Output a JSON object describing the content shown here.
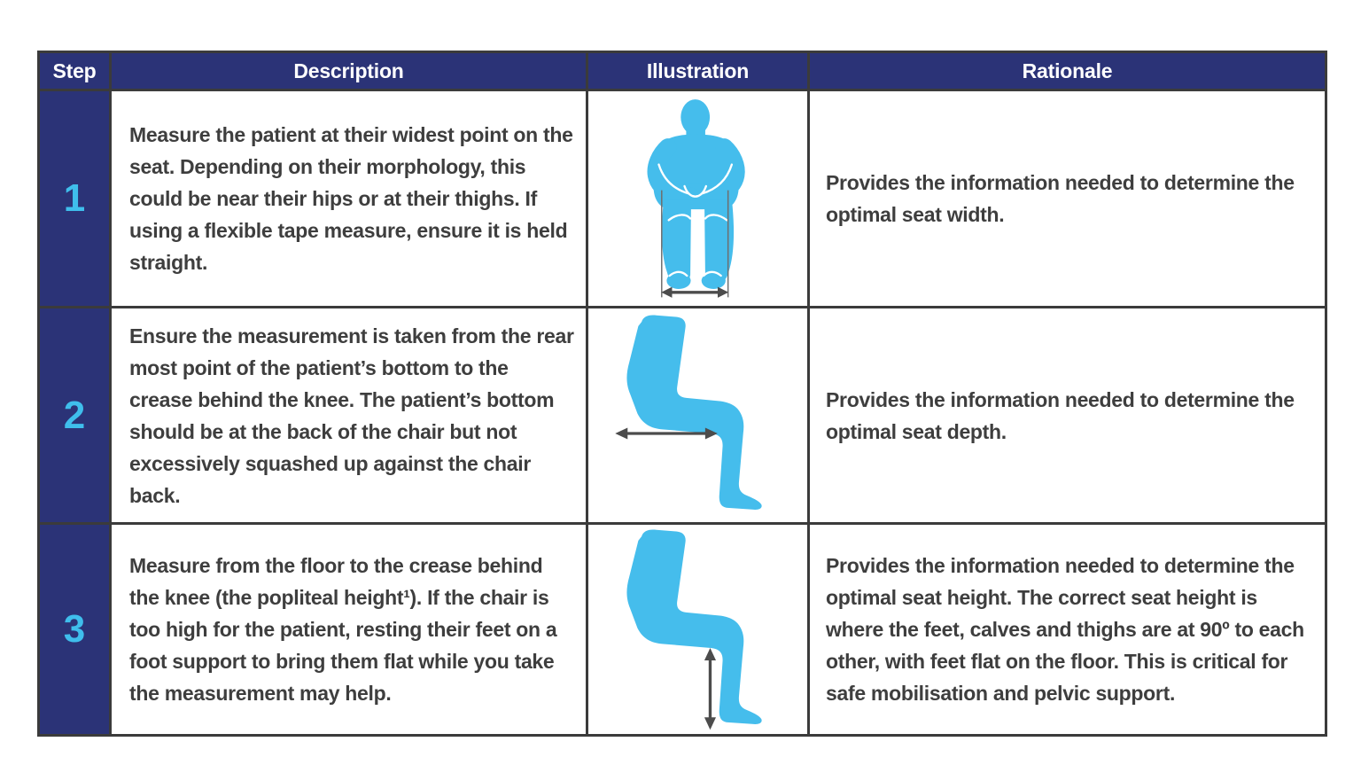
{
  "colors": {
    "header_navy": "#2b3377",
    "accent_blue": "#45bdec",
    "step_number_blue": "#3fbeec",
    "grid_border": "#3b3b3b",
    "body_text": "#3e3e3e",
    "arrow_gray": "#4c4c4c"
  },
  "table": {
    "headers": [
      "Step",
      "Description",
      "Illustration",
      "Rationale"
    ],
    "rows": [
      {
        "step": "1",
        "description": "Measure the patient at their widest point on the seat. Depending on their morphology, this could be near their hips or at their thighs. If using a flexible tape measure, ensure it is held straight.",
        "illustration": "seated-patient-front-view-seat-width-measurement",
        "rationale": "Provides the information needed to determine the optimal seat width."
      },
      {
        "step": "2",
        "description": "Ensure the measurement is taken from the rear most point of the patient’s bottom to the crease behind the knee. The patient’s bottom should be at the back of the chair but not excessively squashed up against the chair back.",
        "illustration": "seated-patient-side-view-seat-depth-measurement",
        "rationale": "Provides the information needed to determine the optimal seat depth."
      },
      {
        "step": "3",
        "description": "Measure from the floor to the crease behind the knee (the popliteal height¹). If the chair is too high for the patient, resting their feet on a foot support to bring them flat while you take the measurement may help.",
        "illustration": "seated-patient-side-view-seat-height-measurement",
        "rationale": "Provides the information needed to determine the optimal seat height. The correct seat height is where the feet, calves and thighs are at 90º to each other, with feet flat on the floor. This is critical for safe mobilisation and pelvic support."
      }
    ]
  }
}
